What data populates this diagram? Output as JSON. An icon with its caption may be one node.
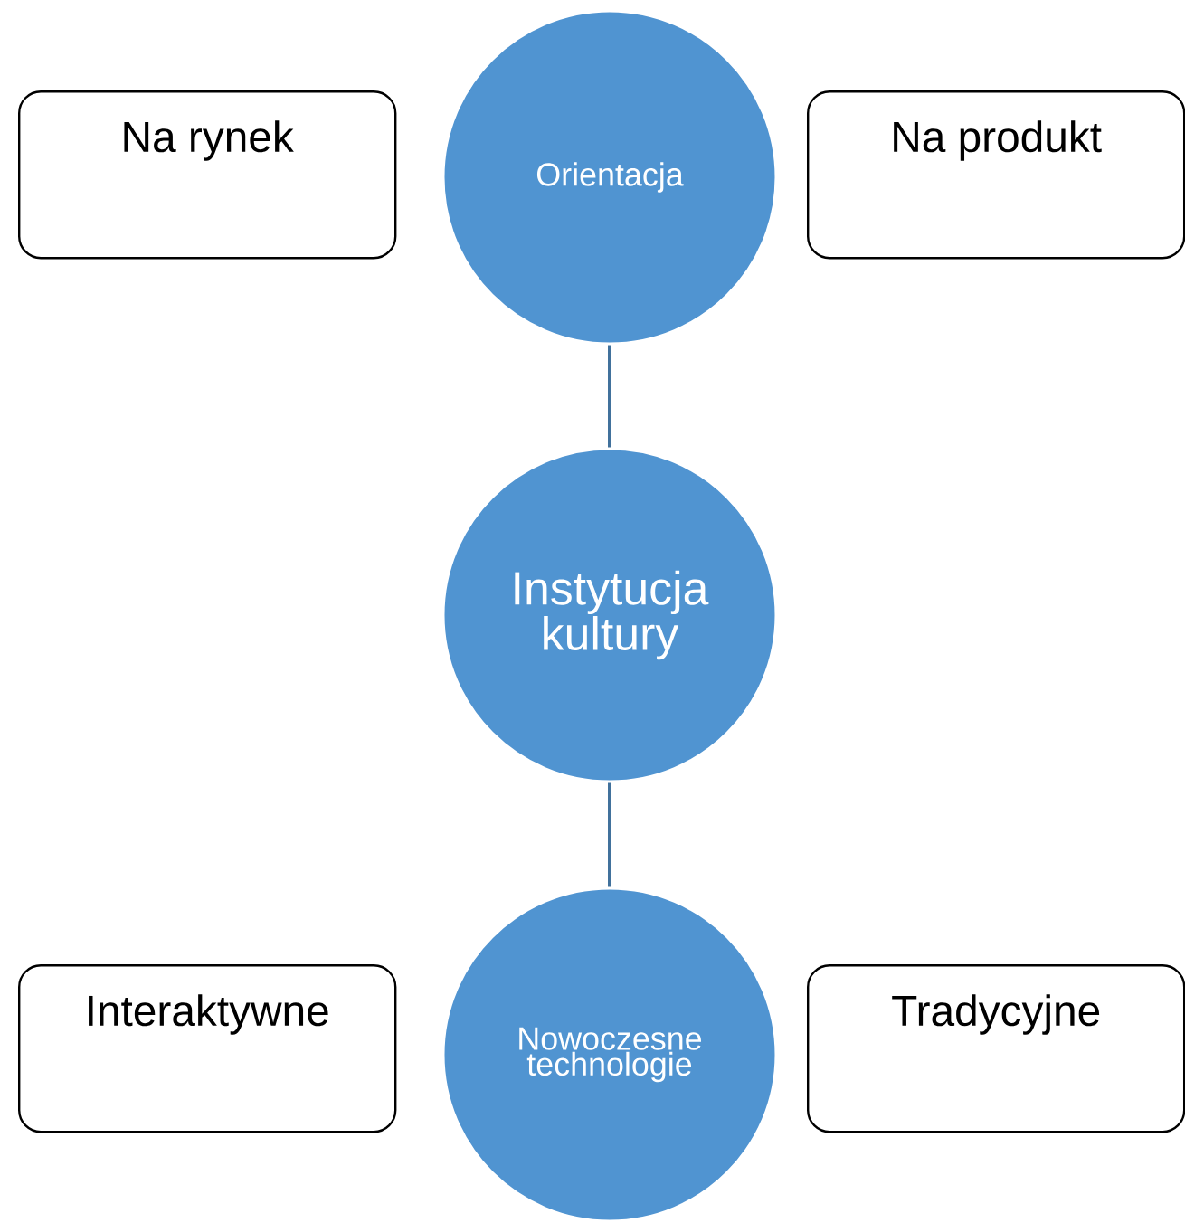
{
  "diagram": {
    "nodes": [
      {
        "text": [
          "Na rynek"
        ]
      },
      {
        "text": [
          "Orientacja"
        ]
      },
      {
        "text": [
          "Na produkt"
        ]
      },
      {
        "text": [
          "Instytucja kultury"
        ]
      },
      {
        "text": [
          "Interaktywne"
        ]
      },
      {
        "text": [
          "Nowoczesne technologie"
        ]
      },
      {
        "text": [
          "Tradycyjne"
        ]
      }
    ],
    "edges": [
      {
        "from": 1,
        "to": 3,
        "arrow": "none"
      },
      {
        "from": 3,
        "to": 5,
        "arrow": "none"
      }
    ]
  }
}
